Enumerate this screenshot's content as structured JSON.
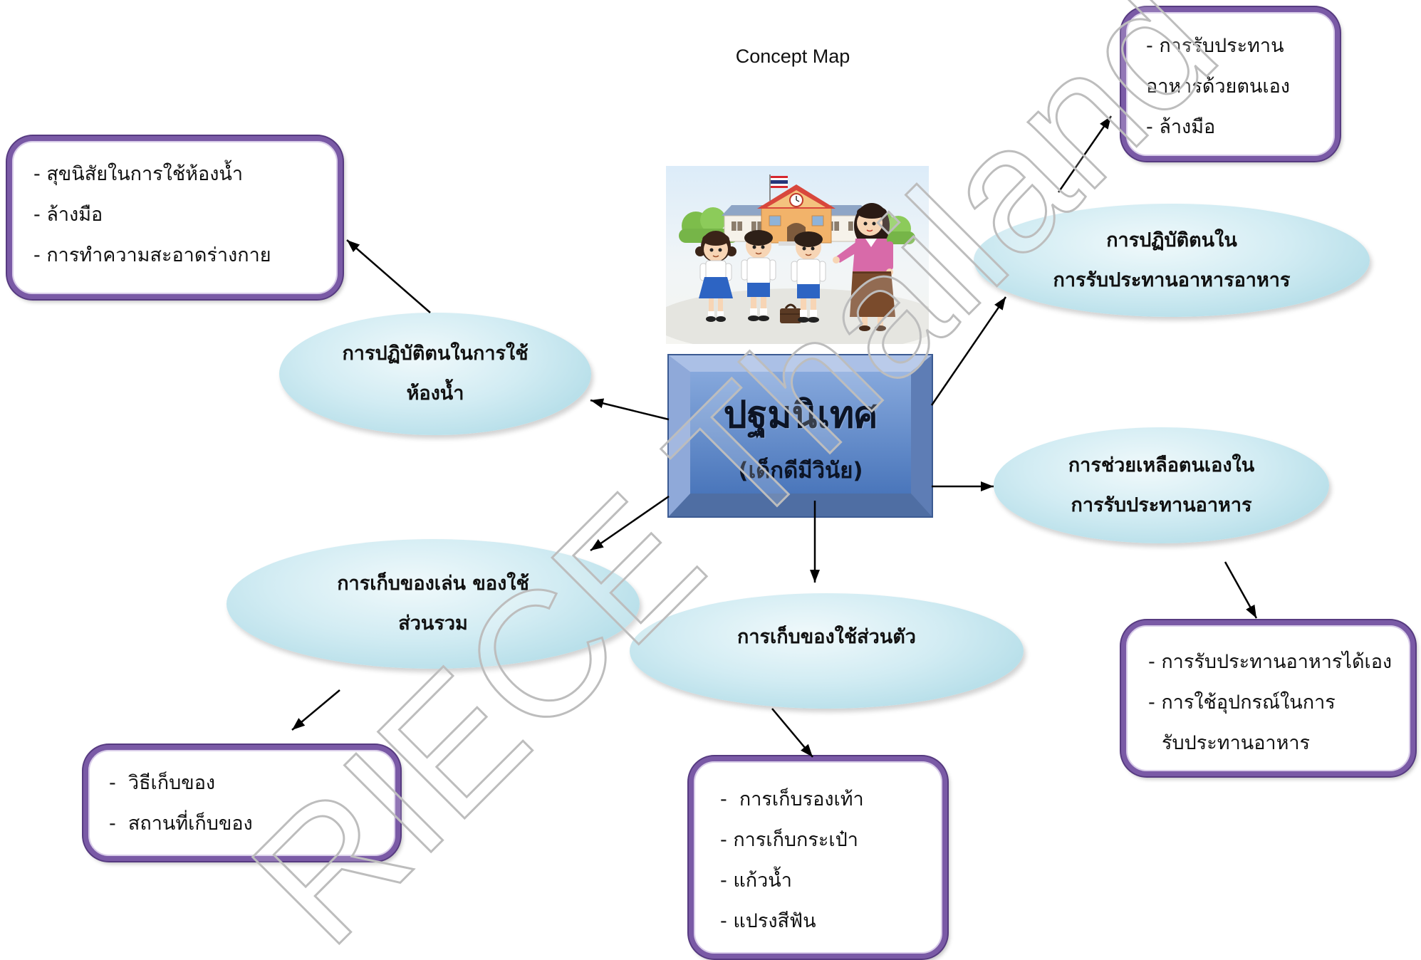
{
  "title": "Concept Map",
  "center": {
    "title": "ปฐมนิเทศ",
    "subtitle": "(เด็กดีมีวินัย)"
  },
  "illustration": {
    "icon": "school-students-teacher-illustration"
  },
  "topics": {
    "toilet": {
      "label_lines": [
        "การปฏิบัติตนในการใช้",
        "ห้องน้ำ"
      ],
      "details": [
        "- สุขนิสัยในการใช้ห้องน้ำ",
        "- ล้างมือ",
        "- การทำความสะอาดร่างกาย"
      ]
    },
    "meal_conduct": {
      "label_lines": [
        "การปฏิบัติตนใน",
        "การรับประทานอาหารอาหาร"
      ],
      "details": [
        "- การรับประทาน",
        "อาหารด้วยตนเอง",
        "- ล้างมือ"
      ]
    },
    "meal_self_help": {
      "label_lines": [
        "การช่วยเหลือตนเองใน",
        "การรับประทานอาหาร"
      ],
      "details": [
        "- การรับประทานอาหารได้เอง",
        "- การใช้อุปกรณ์ในการ",
        "รับประทานอาหาร"
      ]
    },
    "personal_items": {
      "label_lines": [
        "การเก็บของใช้ส่วนตัว"
      ],
      "details": [
        "-  การเก็บรองเท้า",
        "- การเก็บกระเป๋า",
        "- แก้วน้ำ",
        "- แปรงสีฟัน"
      ]
    },
    "shared_items": {
      "label_lines": [
        "การเก็บของเล่น ของใช้",
        "ส่วนรวม"
      ],
      "details": [
        "-  วิธีเก็บของ",
        "-  สถานที่เก็บของ"
      ]
    }
  },
  "watermark": {
    "text": "RIECE Thailand"
  },
  "colors": {
    "detail_border": "#7a5aa6",
    "topic_fill": "#c6e7ef",
    "center_fill": "#4f79bd",
    "arrow": "#000000",
    "watermark": "#bdbdbd"
  }
}
